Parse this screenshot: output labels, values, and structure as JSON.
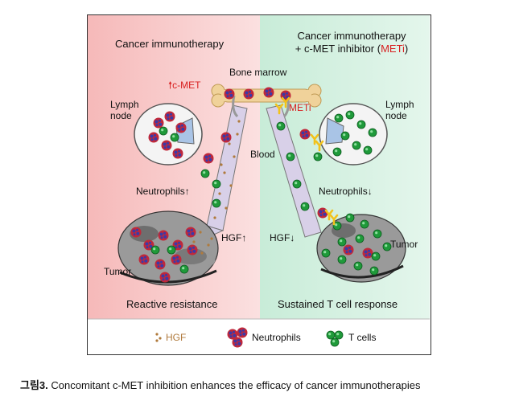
{
  "panels": {
    "left": {
      "title": "Cancer immunotherapy",
      "footer": "Reactive resistance",
      "background": "#f8c9c9"
    },
    "right": {
      "title_line1": "Cancer immunotherapy",
      "title_line2_prefix": "+ c-MET inhibitor (",
      "title_line2_highlight": "METi",
      "title_line2_suffix": ")",
      "footer": "Sustained T cell response",
      "background": "#c9ecd9"
    }
  },
  "labels": {
    "bone_marrow": "Bone marrow",
    "cmet_up": "c-MET",
    "meti": "METi",
    "lymph_node_left": "Lymph\nnode",
    "lymph_node_right": "Lymph\nnode",
    "blood": "Blood",
    "neutrophils_up": "Neutrophils",
    "neutrophils_down": "Neutrophils",
    "hgf_up": "HGF",
    "hgf_down": "HGF",
    "tumor_left": "Tumor",
    "tumor_right": "Tumor"
  },
  "legend": {
    "hgf": "HGF",
    "neutrophils": "Neutrophils",
    "t_cells": "T cells"
  },
  "caption": {
    "figure_number": "그림3.",
    "text": " Concomitant c-MET inhibition enhances the efficacy of cancer immunotherapies"
  },
  "colors": {
    "accent_red": "#d81e1e",
    "hgf_brown": "#b07a3c",
    "neutrophil_red": "#c0283a",
    "neutrophil_blue": "#3a3aa8",
    "tcell_green": "#1f9a3a",
    "vessel": "#d8d0e8",
    "bone": "#f0d29a",
    "inhibitor_yellow": "#f2c21a"
  }
}
